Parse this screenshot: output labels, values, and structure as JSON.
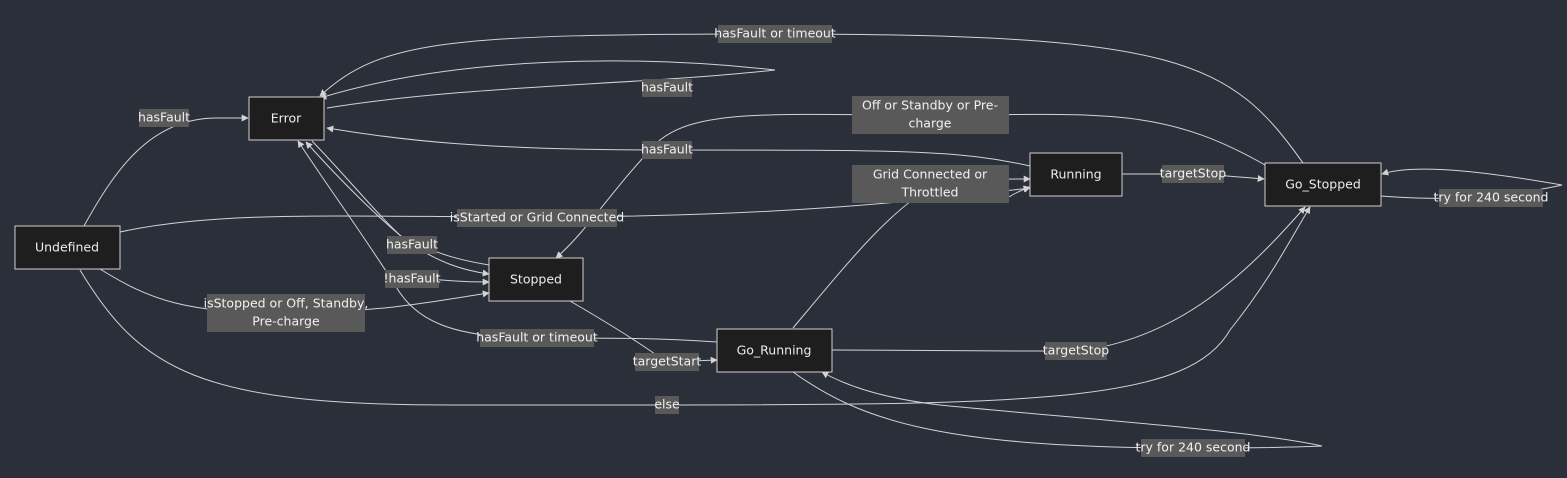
{
  "diagram": {
    "theme": {
      "background": "#2b2f3a",
      "node_fill": "#1e1e1e",
      "label_fill": "#595959",
      "line_color": "#d3d3d3"
    },
    "states": {
      "error": "Error",
      "undefined": "Undefined",
      "stopped": "Stopped",
      "running": "Running",
      "go_stopped": "Go_Stopped",
      "go_running": "Go_Running"
    },
    "transitions": {
      "undefined_to_error": "hasFault",
      "go_stopped_to_error": "hasFault or timeout",
      "error_self": "hasFault",
      "go_stopped_to_stopped_1": "Off or Standby or Pre-",
      "go_stopped_to_stopped_2": "charge",
      "running_to_error": "hasFault",
      "running_to_go_stopped": "targetStop",
      "go_running_to_running_1": "Grid Connected or",
      "go_running_to_running_2": "Throttled",
      "go_stopped_self": "try for 240 second",
      "undefined_to_running": "isStarted or Grid Connected",
      "stopped_to_error": "hasFault",
      "error_to_stopped": "!hasFault",
      "undefined_to_stopped_1": "isStopped or Off, Standby,",
      "undefined_to_stopped_2": "Pre-charge",
      "go_running_to_error": "hasFault or timeout",
      "stopped_to_go_running": "targetStart",
      "go_running_to_go_stopped": "targetStop",
      "undefined_to_go_stopped": "else",
      "go_running_self": "try for 240 second"
    }
  }
}
